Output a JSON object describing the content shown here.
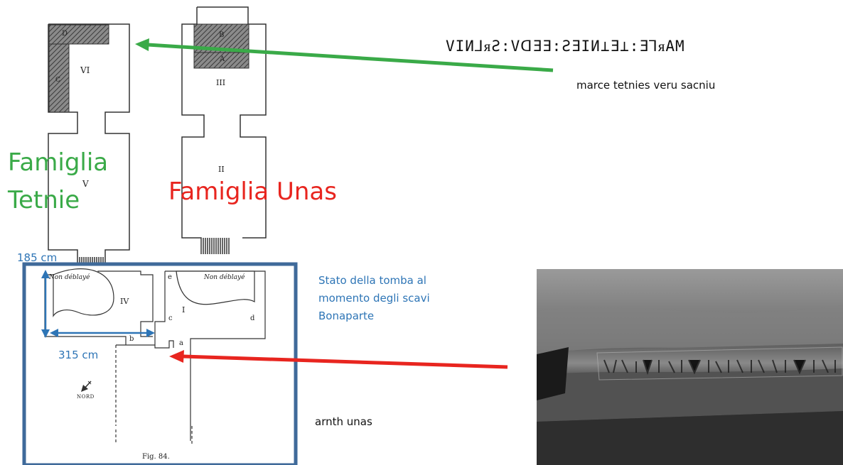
{
  "colors": {
    "tetnie": "#3aaa48",
    "unas": "#e8251f",
    "blue": "#2e75b6",
    "box": "#3f6a9a",
    "hatch": "#555555"
  },
  "labels": {
    "famiglia_tetnie_line1": "Famiglia",
    "famiglia_tetnie_line2": "Tetnie",
    "famiglia_unas": "Famiglia Unas",
    "height_measure": "185 cm",
    "width_measure": "315 cm",
    "stato_line1": "Stato della tomba al",
    "stato_line2": "momento degli scavi",
    "stato_line3": "Bonaparte",
    "arnth_unas": "arnth unas",
    "translit": "marce tetnies veru sacniu",
    "etruscan": "VIИ⅃ᴙƧ:VᗡƎƎ:ƧƎIИ⊥Ǝ⊥:Ǝ⅂ᴙAM"
  },
  "plan_labels": {
    "room_vi": "VI",
    "room_v": "V",
    "room_iv": "IV",
    "room_iii": "III",
    "room_ii": "II",
    "room_i": "I",
    "letter_a_top": "A",
    "letter_b_top": "B",
    "letter_c_top": "C",
    "letter_d_top": "D",
    "letter_a": "a",
    "letter_b": "b",
    "letter_c": "c",
    "letter_d": "d",
    "letter_e": "e",
    "non_deblaye_left": "Non déblayé",
    "non_deblaye_right": "Non déblayé",
    "nord": "NORD",
    "fig": "Fig. 84."
  }
}
